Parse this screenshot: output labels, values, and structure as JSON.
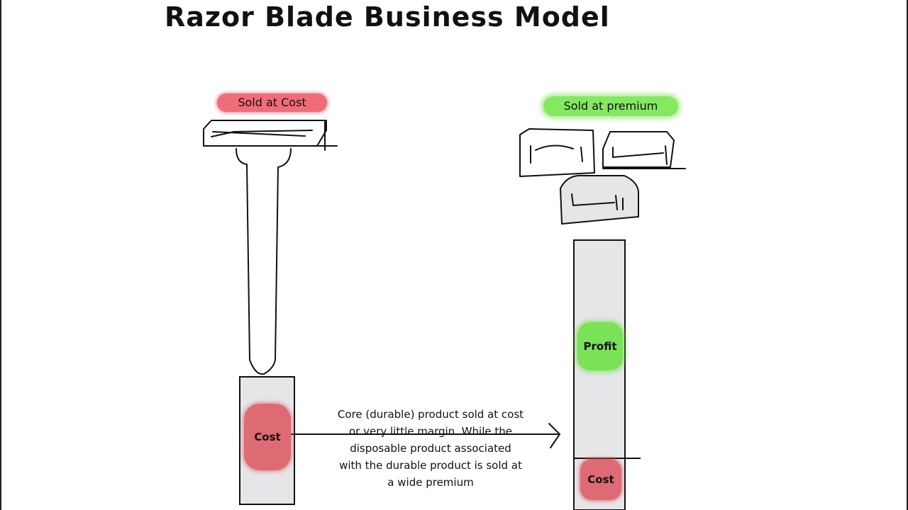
{
  "title": "Razor Blade Business Model",
  "razor": {
    "label": "Sold at Cost",
    "bar_label": "Cost"
  },
  "blades": {
    "label": "Sold at premium",
    "profit_label": "Profit",
    "cost_label": "Cost"
  },
  "description": "Core (durable) product sold at cost\nor very little margin. While the\ndisposable product associated\nwith the durable product is sold at\na wide premium",
  "colors": {
    "cost": "#e0525f",
    "premium": "#78e050",
    "bar_fill": "#e6e6e8",
    "ink": "#111111"
  }
}
